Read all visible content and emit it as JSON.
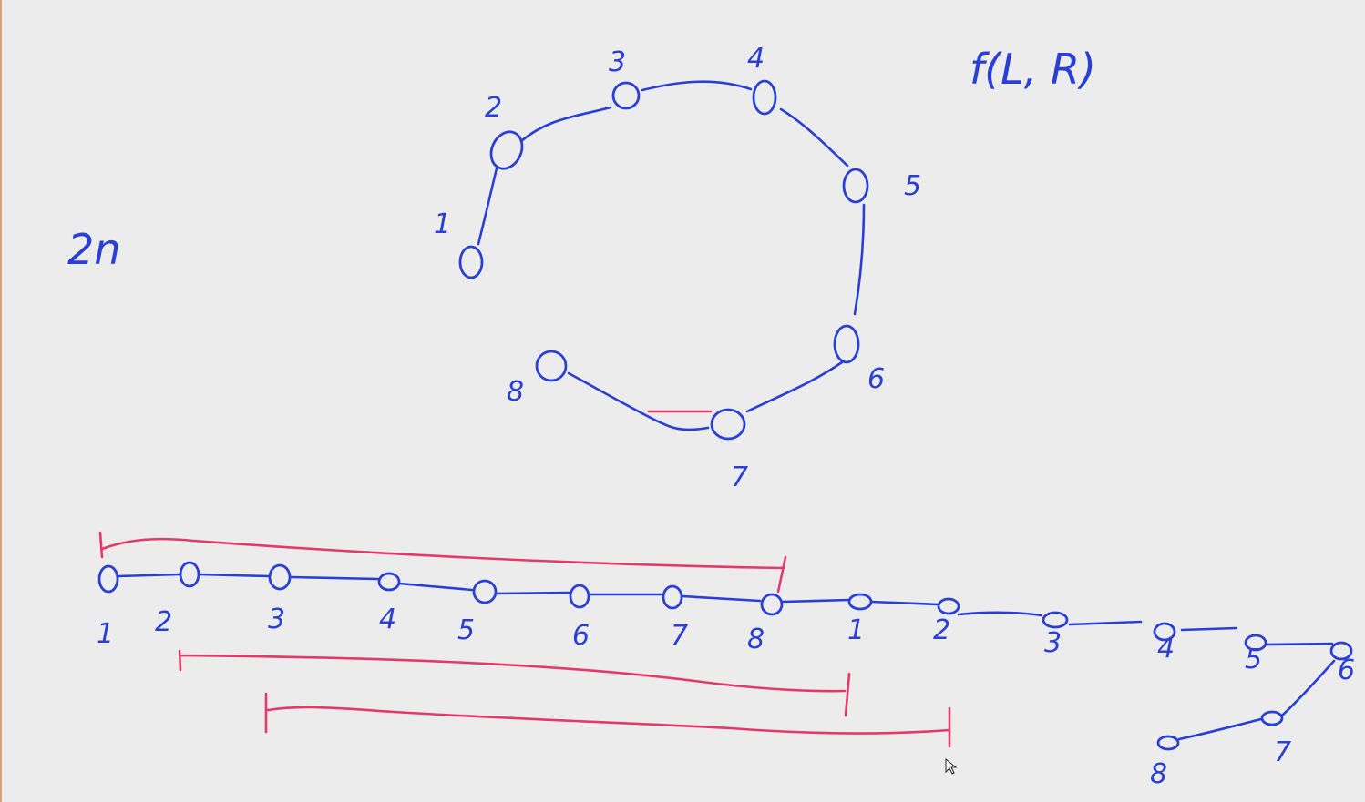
{
  "notes": {
    "left": "2n",
    "formula": "f(L, R)"
  },
  "ring": {
    "labels": [
      "1",
      "2",
      "3",
      "4",
      "5",
      "6",
      "7",
      "8"
    ]
  },
  "chain": {
    "labels": [
      "1",
      "2",
      "3",
      "4",
      "5",
      "6",
      "7",
      "8",
      "1",
      "2",
      "3",
      "4",
      "5",
      "6",
      "7",
      "8"
    ]
  },
  "colors": {
    "ink": "#2a3fd6",
    "highlight": "#e23a6a",
    "background": "#ececec"
  }
}
